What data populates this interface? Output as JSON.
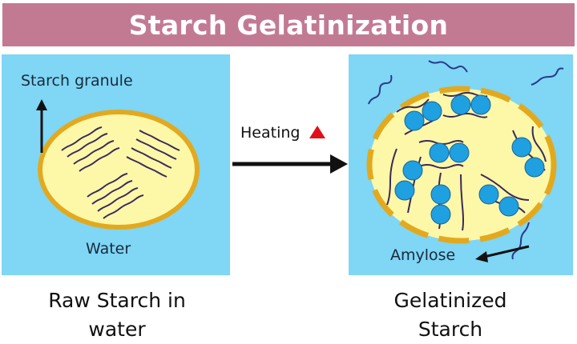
{
  "title": "Starch Gelatinization",
  "left_panel": {
    "granule_label": "Starch granule",
    "water_label": "Water",
    "caption_line1": "Raw Starch in",
    "caption_line2": "water"
  },
  "process": {
    "label": "Heating",
    "icon": "red-triangle-icon"
  },
  "right_panel": {
    "amylose_label": "Amylose",
    "caption_line1": "Gelatinized",
    "caption_line2": "Starch"
  },
  "colors": {
    "title_bg": "#c27a92",
    "water": "#7fd6f5",
    "granule_fill": "#fdf7a8",
    "granule_border": "#e3a91e",
    "chain": "#3a2a5a",
    "blob": "#1fa0e0",
    "heat": "#e0101a"
  }
}
